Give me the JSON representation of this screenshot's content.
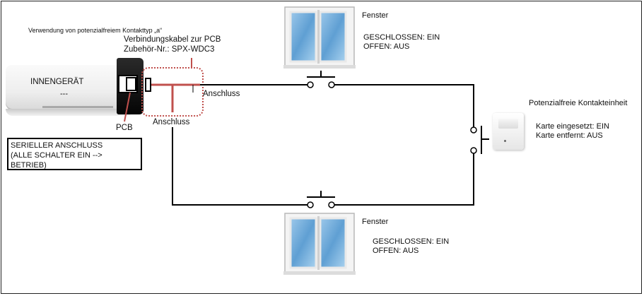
{
  "title": "Verwendung von potenzialfreiem Kontakttyp „a“",
  "cable": {
    "line1": "Verbindungskabel zur PCB",
    "line2": "Zubehör-Nr.: SPX-WDC3"
  },
  "indoor_unit": {
    "label": "INNENGERÄT",
    "dash": "---",
    "pcb_label": "PCB"
  },
  "connection_labels": {
    "right": "Anschluss",
    "bottom": "Anschluss"
  },
  "serial_box": {
    "line1": "SERIELLER ANSCHLUSS",
    "line2": "(ALLE SCHALTER EIN -->",
    "line3": "BETRIEB)"
  },
  "window_top": {
    "name": "Fenster",
    "closed": "GESCHLOSSEN: EIN",
    "open": "OFFEN: AUS"
  },
  "window_bottom": {
    "name": "Fenster",
    "closed": "GESCHLOSSEN: EIN",
    "open": "OFFEN: AUS"
  },
  "contact_unit": {
    "name": "Potenzialfreie Kontakteinheit",
    "inserted": "Karte eingesetzt: EIN",
    "removed": "Karte entfernt: AUS"
  },
  "colors": {
    "wire": "#000000",
    "cable": "#c0504d",
    "window_glass": "#6fa8d6"
  }
}
